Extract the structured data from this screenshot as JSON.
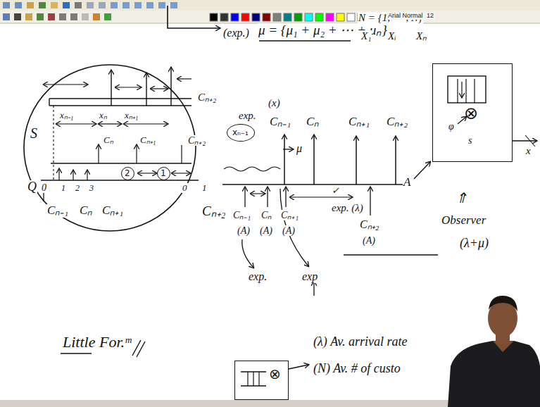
{
  "diagram": {
    "nodes": [
      {
        "text": [
          "⊗"
        ]
      },
      {
        "text": [
          "⊗"
        ]
      },
      {
        "text": [
          "2"
        ]
      },
      {
        "text": [
          "1"
        ]
      },
      {
        "text": [
          "xₙ₋₁"
        ]
      }
    ],
    "labels": [
      "(exp.)",
      "μ = {μ₁ + μ₂ + ⋯ + μₙ}",
      "N = {1, ⋯ , N}",
      "X₁",
      "Xᵢ",
      "Xₙ",
      "Cₙ₊₂",
      "S",
      "xₙ₋₁",
      "xₙ",
      "xₙ₊₁",
      "Cₙ",
      "Cₙ₊₁",
      "Cₙ₊₂",
      "Q",
      "0",
      "1",
      "2",
      "3",
      "0",
      "1",
      "Cₙ₋₁",
      "Cₙ",
      "Cₙ₊₁",
      "Cₙ₊₂",
      "(x)",
      "exp.",
      "Cₙ₋₁",
      "Cₙ",
      "Cₙ₊₁",
      "Cₙ₊₂",
      "μ",
      "A",
      "✓",
      "exp. (λ)",
      "Cₙ₋₁",
      "Cₙ",
      "Cₙ₊₁",
      "(A)",
      "(A)",
      "(A)",
      "Cₙ₊₂",
      "(A)",
      "exp.",
      "exp",
      "⇑",
      "Observer",
      "x",
      "s",
      "φ",
      "(λ+μ)",
      "Little For.ᵐ",
      "(λ) Av. arrival rate",
      "(N) Av. # of custo",
      "Arial Normal",
      "12"
    ]
  }
}
